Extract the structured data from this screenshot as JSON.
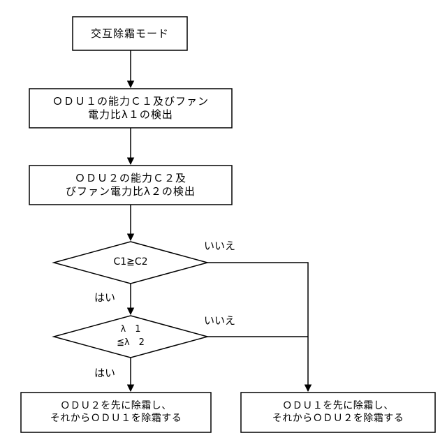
{
  "nodes": {
    "start": {
      "line1": "交互除霜モード"
    },
    "detect1": {
      "line1": "ＯＤＵ１の能力Ｃ１及びファン",
      "line2": "電力比λ１の検出"
    },
    "detect2": {
      "line1": "ＯＤＵ２の能力Ｃ２及",
      "line2": "びファン電力比λ２の検出"
    },
    "decision1": {
      "line1": "C1≧C2"
    },
    "decision2": {
      "line1": "λ　1",
      "line2": "≦λ　2"
    },
    "result_left": {
      "line1": "ＯＤＵ２を先に除霜し、",
      "line2": "それからＯＤＵ１を除霜する"
    },
    "result_right": {
      "line1": "ＯＤＵ１を先に除霜し、",
      "line2": "それからＯＤＵ２を除霜する"
    }
  },
  "labels": {
    "no1": "いいえ",
    "yes1": "はい",
    "no2": "いいえ",
    "yes2": "はい"
  }
}
